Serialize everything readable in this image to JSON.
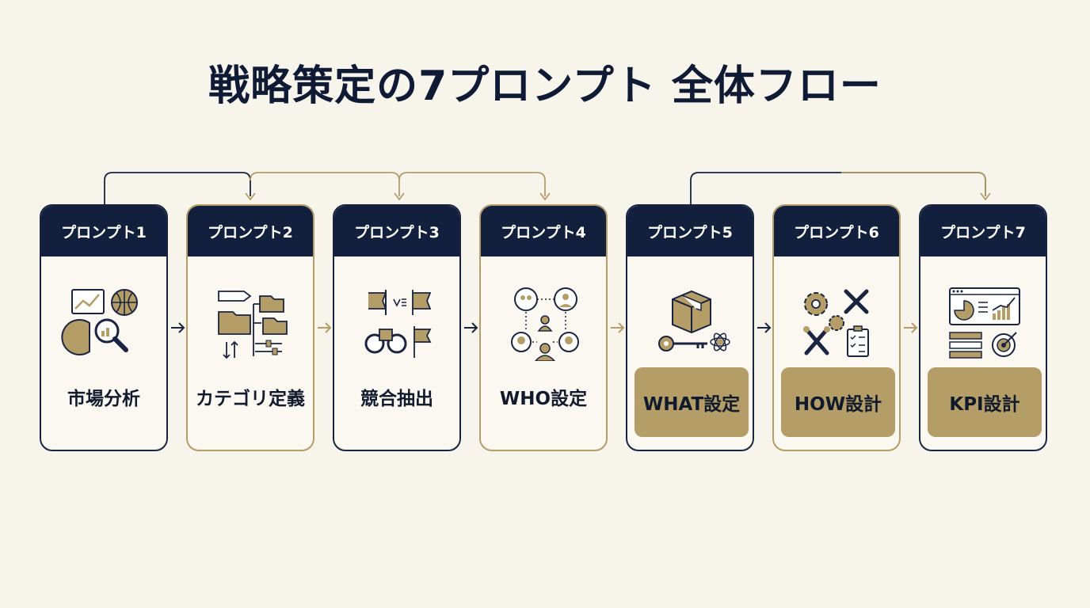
{
  "title": "戦略策定の7プロンプト 全体フロー",
  "colors": {
    "navy": "#13203d",
    "gold": "#b49d67",
    "background": "#f7f4ec"
  },
  "steps": [
    {
      "header": "プロンプト1",
      "label": "市場分析",
      "icon": "market-analysis-icon",
      "style": "plain"
    },
    {
      "header": "プロンプト2",
      "label": "カテゴリ定義",
      "icon": "category-folders-icon",
      "style": "plain"
    },
    {
      "header": "プロンプト3",
      "label": "競合抽出",
      "icon": "competitor-binoculars-icon",
      "style": "plain"
    },
    {
      "header": "プロンプト4",
      "label": "WHO設定",
      "icon": "persona-network-icon",
      "style": "plain"
    },
    {
      "header": "プロンプト5",
      "label": "WHAT設定",
      "icon": "product-box-key-icon",
      "style": "highlight"
    },
    {
      "header": "プロンプト6",
      "label": "HOW設計",
      "icon": "gears-tools-icon",
      "style": "highlight"
    },
    {
      "header": "プロンプト7",
      "label": "KPI設計",
      "icon": "kpi-dashboard-icon",
      "style": "highlight"
    }
  ]
}
